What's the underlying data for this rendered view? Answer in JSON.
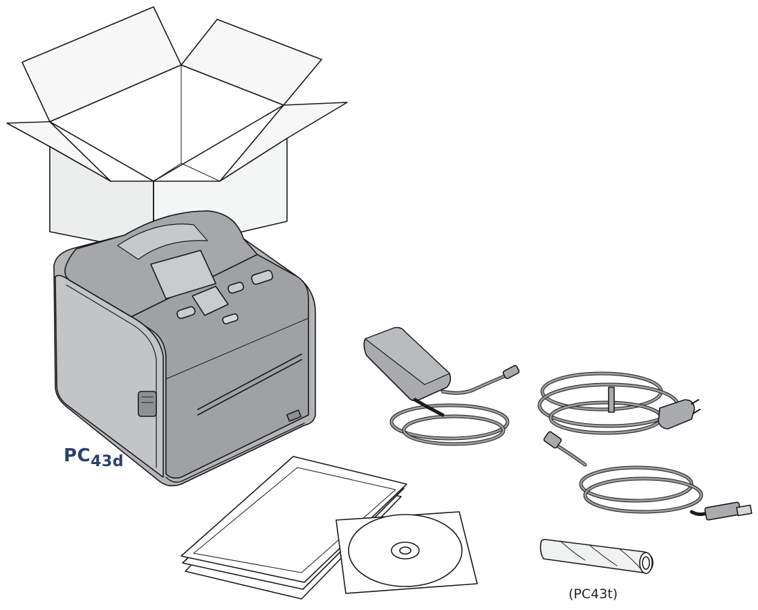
{
  "labels": {
    "model_prefix": "PC",
    "model_suffix": "43d",
    "ribbon_core_note": "(PC43t)"
  },
  "colors": {
    "outline": "#1a1a1a",
    "label_blue": "#2a3f6e",
    "printer_gray": "#a7a9ab",
    "box_white": "#f2f3f3"
  }
}
